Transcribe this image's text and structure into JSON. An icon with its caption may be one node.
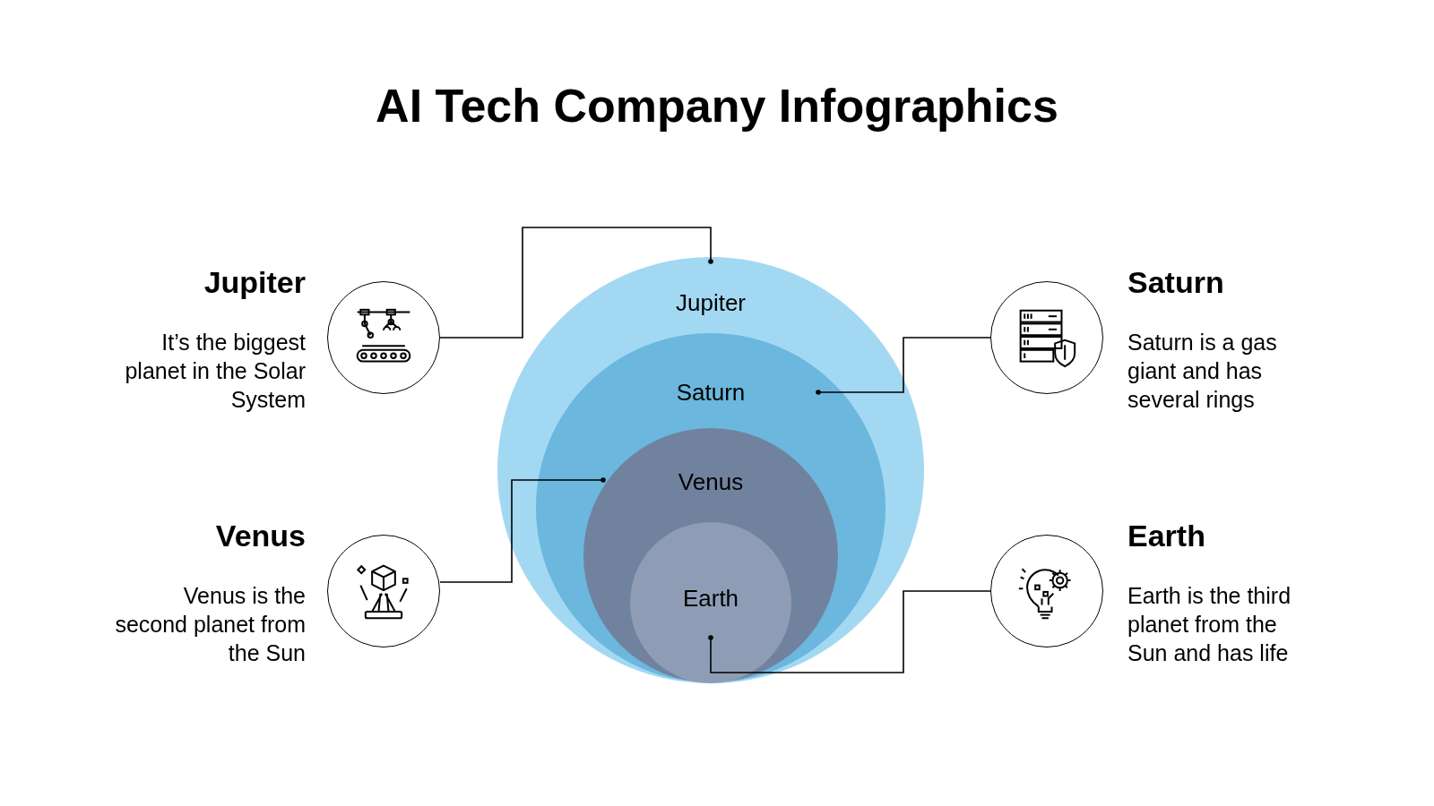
{
  "diagram": {
    "title": "AI Tech Company Infographics",
    "nodes": [
      {
        "text": [],
        "shape": "circle",
        "beside": [
          "Jupiter",
          "It’s the biggest planet in the Solar System"
        ]
      },
      {
        "text": [
          "Jupiter"
        ]
      },
      {
        "text": [
          "Saturn"
        ],
        "in": 1
      },
      {
        "text": [
          "Venus"
        ],
        "in": 2
      },
      {
        "text": [
          "Earth"
        ],
        "in": 3
      },
      {
        "text": [],
        "shape": "circle",
        "beside": [
          "Saturn",
          "Saturn is a gas giant and has several rings"
        ]
      },
      {
        "text": [],
        "shape": "circle",
        "beside": [
          "Venus",
          "Venus is the second planet from the Sun"
        ]
      },
      {
        "text": [],
        "shape": "circle",
        "beside": [
          "Earth",
          "Earth is the third planet from the Sun and has life"
        ]
      }
    ],
    "edges": [
      {
        "from": 0,
        "to": 1,
        "arrow": "other"
      },
      {
        "from": 5,
        "to": 2,
        "arrow": "other"
      },
      {
        "from": 6,
        "to": 3,
        "arrow": "other"
      },
      {
        "from": 7,
        "to": 4,
        "arrow": "other"
      }
    ]
  }
}
